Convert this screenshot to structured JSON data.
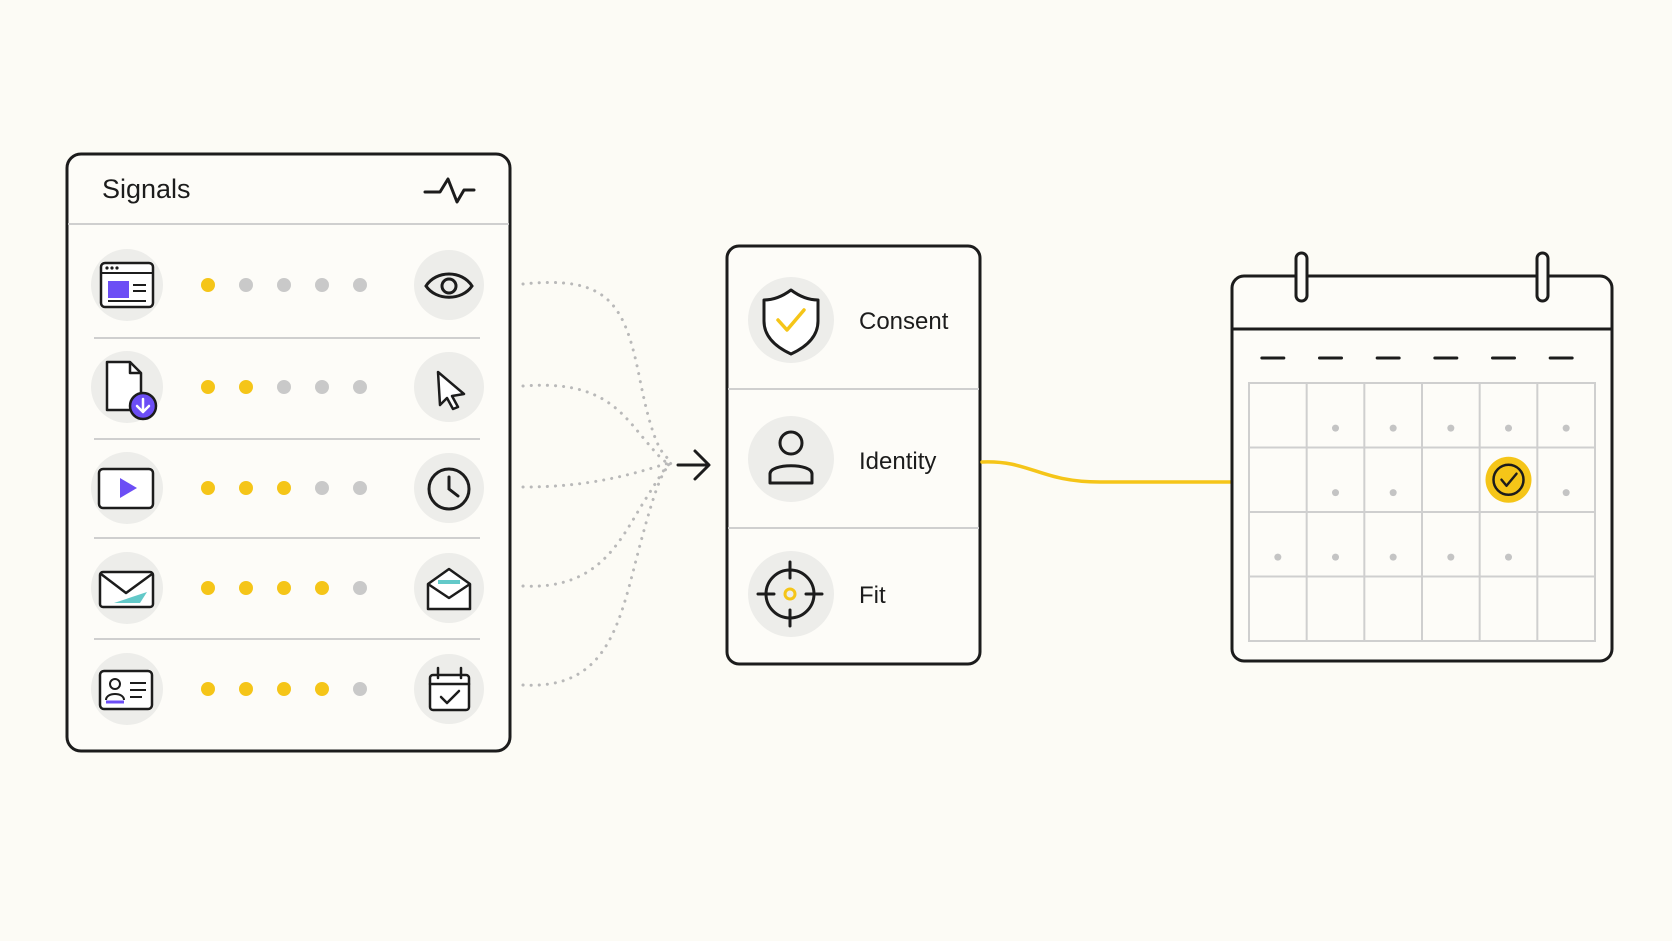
{
  "signals_panel": {
    "title": "Signals",
    "header_icon": "activity-pulse-icon",
    "rows": [
      {
        "name": "webpage",
        "left_icon": "browser-window-icon",
        "level": 1,
        "max": 5,
        "right_icon": "eye-icon"
      },
      {
        "name": "download",
        "left_icon": "document-download-icon",
        "level": 2,
        "max": 5,
        "right_icon": "cursor-pointer-icon"
      },
      {
        "name": "video",
        "left_icon": "video-play-icon",
        "level": 3,
        "max": 5,
        "right_icon": "clock-icon"
      },
      {
        "name": "email",
        "left_icon": "envelope-icon",
        "level": 4,
        "max": 5,
        "right_icon": "envelope-open-icon"
      },
      {
        "name": "contact",
        "left_icon": "contact-card-icon",
        "level": 4,
        "max": 5,
        "right_icon": "calendar-check-icon"
      }
    ]
  },
  "checks_panel": {
    "items": [
      {
        "label": "Consent",
        "icon": "shield-check-icon"
      },
      {
        "label": "Identity",
        "icon": "user-icon"
      },
      {
        "label": "Fit",
        "icon": "target-crosshair-icon"
      }
    ]
  },
  "calendar": {
    "icon": "calendar-icon",
    "columns": 6,
    "rows": 4,
    "booked_cell": {
      "row": 2,
      "col": 5
    },
    "booked_icon": "check-circle-icon"
  },
  "colors": {
    "background": "#fcfbf5",
    "accent_yellow": "#f5c518",
    "inactive_dot": "#c9c9c9",
    "purple": "#6c4ef5",
    "teal": "#63c9c9",
    "stroke": "#1c1c1c",
    "divider": "#cfcfcf",
    "icon_bg": "#ededea"
  }
}
